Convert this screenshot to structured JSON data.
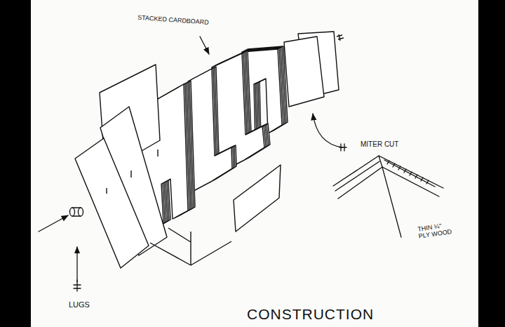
{
  "diagram": {
    "title": "CONSTRUCTION",
    "labels": [
      "STACKED CARDBOARD",
      "MITER CUT",
      "THIN ¼\" PLY WOOD",
      "LUGS"
    ]
  }
}
